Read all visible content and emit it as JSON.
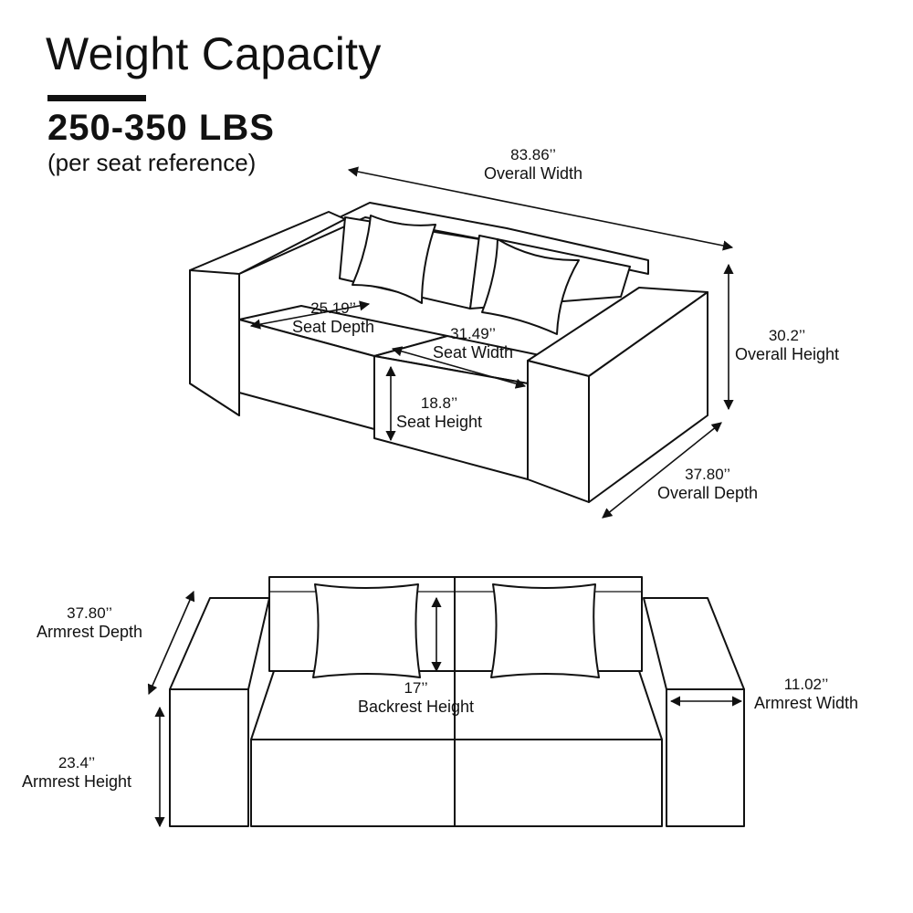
{
  "header": {
    "title": "Weight Capacity",
    "capacity": "250-350 LBS",
    "note": "(per seat reference)"
  },
  "top_view": {
    "overall_width": {
      "value": "83.86’’",
      "label": "Overall Width"
    },
    "overall_height": {
      "value": "30.2’’",
      "label": "Overall  Height"
    },
    "overall_depth": {
      "value": "37.80’’",
      "label": "Overall Depth"
    },
    "seat_depth": {
      "value": "25.19’’",
      "label": "Seat Depth"
    },
    "seat_width": {
      "value": "31.49’’",
      "label": "Seat Width"
    },
    "seat_height": {
      "value": "18.8’’",
      "label": "Seat Height"
    }
  },
  "front_view": {
    "armrest_depth": {
      "value": "37.80’’",
      "label": "Armrest Depth"
    },
    "armrest_height": {
      "value": "23.4’’",
      "label": "Armrest Height"
    },
    "backrest_height": {
      "value": "17’’",
      "label": "Backrest Height"
    },
    "armrest_width": {
      "value": "11.02’’",
      "label": "Armrest Width"
    }
  }
}
